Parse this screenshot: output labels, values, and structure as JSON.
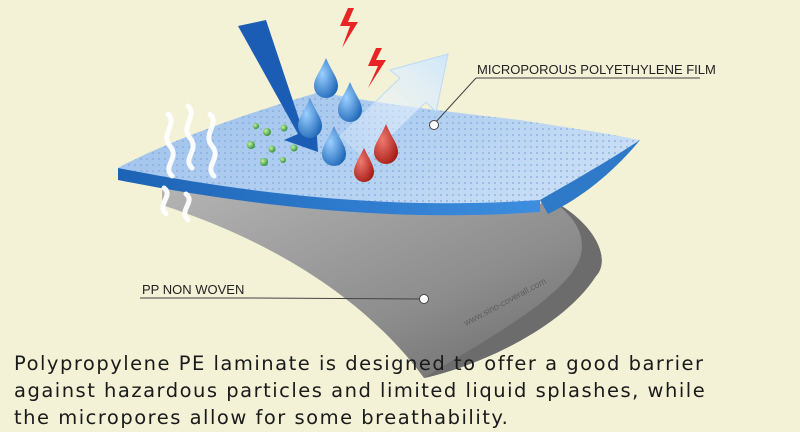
{
  "labels": {
    "film": "MICROPOROUS POLYETHYLENE FILM",
    "pp": "PP NON WOVEN"
  },
  "watermark": "www.sino-coverall.com",
  "caption": {
    "lines": [
      "Polypropylene PE laminate is designed to offer a good barrier",
      "against hazardous particles and limited liquid splashes, while",
      "the micropores allow for some breathability."
    ]
  },
  "colors": {
    "background": "#f3f1d6",
    "film_top": "#a8c8ee",
    "film_edge": "#2f79c9",
    "nonwoven": "#8d8d8d",
    "nonwoven_dark": "#5c5c5c",
    "water_drop": "#2a78c8",
    "blood_drop": "#c42a22",
    "particle": "#3aa84a",
    "lightning": "#e82424",
    "incoming_arrow": "#1b5db4",
    "vapor_arrow": "#d6eafb"
  },
  "icons": [
    "heat-wave-icon",
    "lightning-icon",
    "water-drop-icon",
    "blood-drop-icon",
    "particle-icon",
    "incoming-arrow-icon",
    "vapor-arrow-icon"
  ]
}
